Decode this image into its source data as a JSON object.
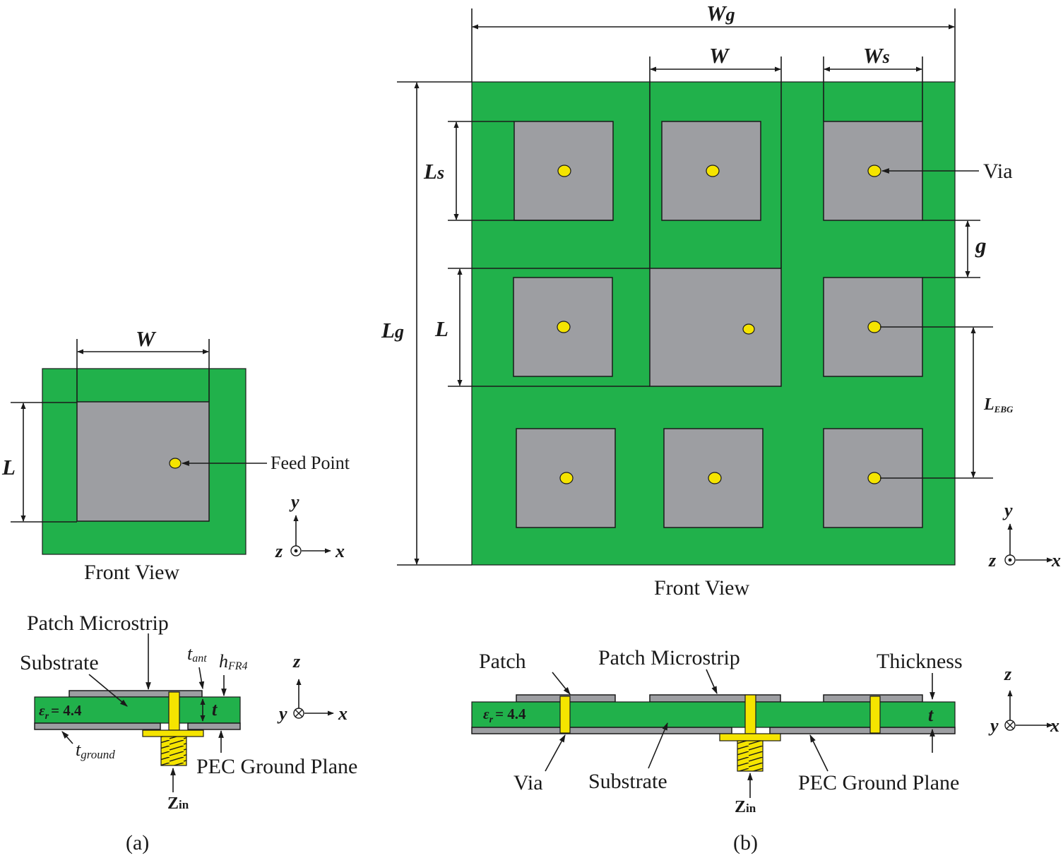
{
  "panel_a": {
    "front": {
      "dim_W": "W",
      "dim_L": "L",
      "feed_label": "Feed Point",
      "view_label": "Front View",
      "axes": {
        "y": "y",
        "z": "z",
        "x": "x"
      }
    },
    "side": {
      "patch_label": "Patch Microstrip",
      "substrate_label": "Substrate",
      "t_ant_base": "t",
      "t_ant_sub": "ant",
      "h_base": "h",
      "h_sub": "FR4",
      "t_label": "t",
      "er_symbol": "ε",
      "er_sub": "r",
      "er_value": "= 4.4",
      "t_ground_base": "t",
      "t_ground_sub": "ground",
      "ground_label": "PEC Ground Plane",
      "zin_base": "Z",
      "zin_sub": "in",
      "axes": {
        "z": "z",
        "y": "y",
        "x": "x"
      }
    },
    "caption": "(a)"
  },
  "panel_b": {
    "front": {
      "dim_Wg_base": "W",
      "dim_Wg_sub": "g",
      "dim_W": "W",
      "dim_Ws_base": "W",
      "dim_Ws_sub": "s",
      "dim_Ls_base": "L",
      "dim_Ls_sub": "s",
      "dim_Lg_base": "L",
      "dim_Lg_sub": "g",
      "dim_L": "L",
      "dim_g": "g",
      "dim_LEBG_base": "L",
      "dim_LEBG_sub": "EBG",
      "via_label": "Via",
      "view_label": "Front View",
      "axes": {
        "y": "y",
        "z": "z",
        "x": "x"
      }
    },
    "side": {
      "patch_label": "Patch",
      "patch_microstrip_label": "Patch Microstrip",
      "thickness_label": "Thickness",
      "t_label": "t",
      "er_symbol": "ε",
      "er_sub": "r",
      "er_value": "= 4.4",
      "via_label": "Via",
      "substrate_label": "Substrate",
      "zin_base": "Z",
      "zin_sub": "in",
      "ground_label": "PEC Ground Plane",
      "axes": {
        "z": "z",
        "y": "y",
        "x": "x"
      }
    },
    "caption": "(b)"
  },
  "colors": {
    "substrate": "#21b14b",
    "patch": "#9d9ea2",
    "via": "#f5e400",
    "line": "#1a1a1a"
  }
}
